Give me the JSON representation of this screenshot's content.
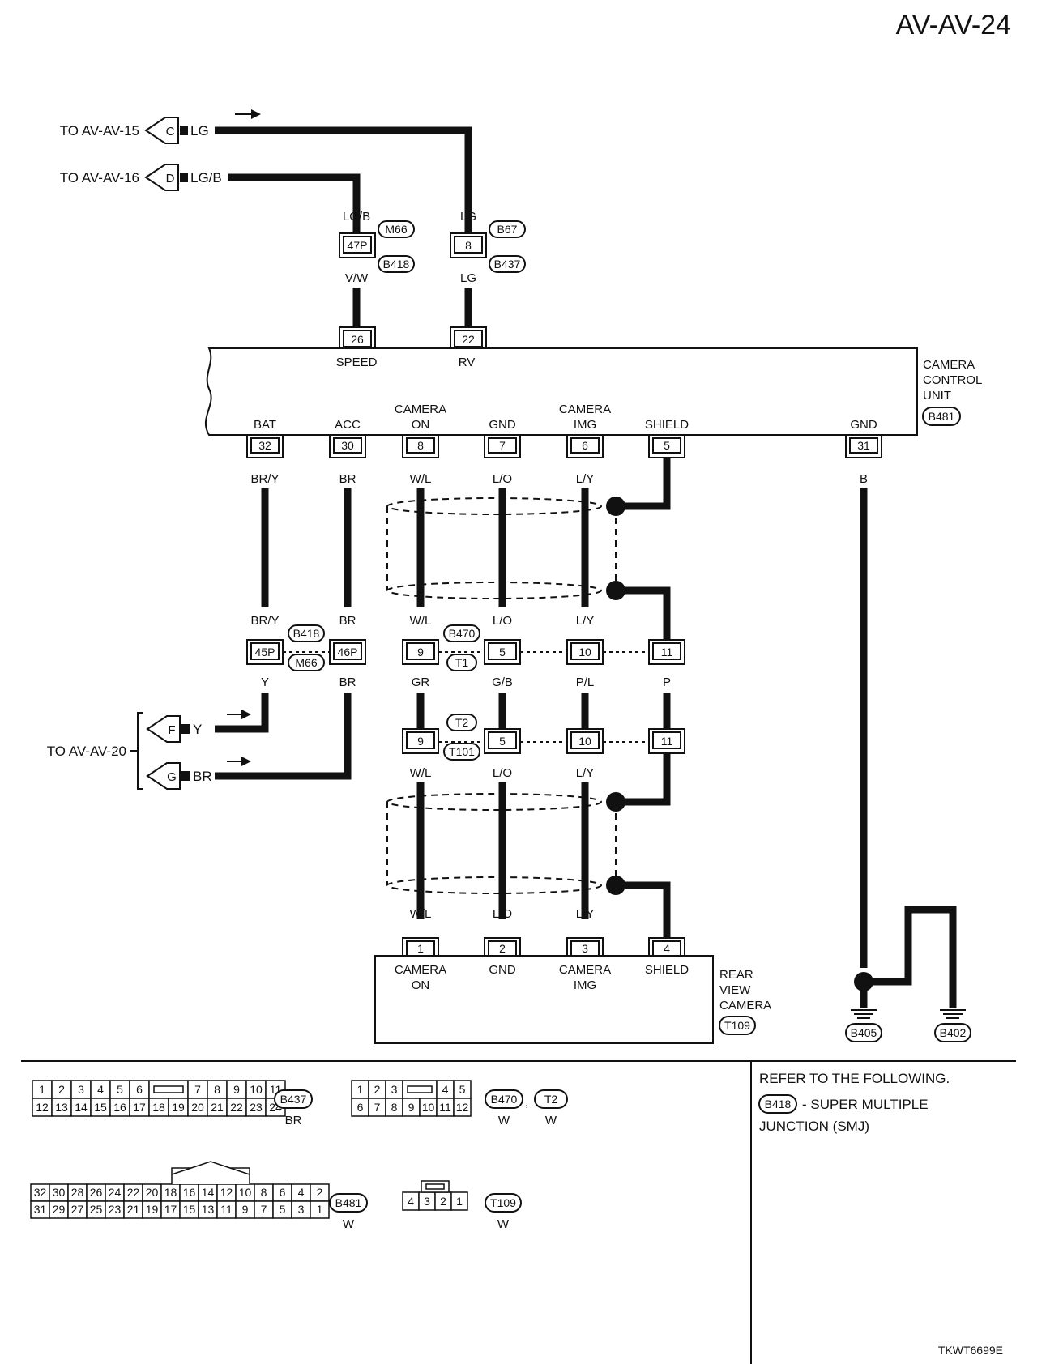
{
  "page_id": "AV-AV-24",
  "doc_code": "TKWT6699E",
  "refs": {
    "c": "TO AV-AV-15",
    "d": "TO AV-AV-16",
    "fg": "TO AV-AV-20",
    "letters": [
      "C",
      "D",
      "F",
      "G"
    ],
    "c_color": "LG",
    "d_color": "LG/B",
    "f_color": "Y",
    "g_color": "BR"
  },
  "top_joints": [
    {
      "pin": "47P",
      "conn_top": "M66",
      "conn_bottom": "B418",
      "color_top": "LG/B",
      "color_bottom": "V/W"
    },
    {
      "pin": "8",
      "conn_top": "B67",
      "conn_bottom": "B437",
      "color_top": "LG",
      "color_bottom": "LG"
    }
  ],
  "ccu": {
    "label_lines": [
      "CAMERA",
      "CONTROL",
      "UNIT"
    ],
    "connector": "B481",
    "top_pins": [
      {
        "pin": "26",
        "label": "SPEED"
      },
      {
        "pin": "22",
        "label": "RV"
      }
    ],
    "bottom_pins": [
      {
        "pin": "32",
        "label1": "",
        "label2": "BAT",
        "wire": "BR/Y"
      },
      {
        "pin": "30",
        "label1": "",
        "label2": "ACC",
        "wire": "BR"
      },
      {
        "pin": "8",
        "label1": "CAMERA",
        "label2": "ON",
        "wire": "W/L"
      },
      {
        "pin": "7",
        "label1": "",
        "label2": "GND",
        "wire": "L/O"
      },
      {
        "pin": "6",
        "label1": "CAMERA",
        "label2": "IMG",
        "wire": "L/Y"
      },
      {
        "pin": "5",
        "label1": "",
        "label2": "SHIELD",
        "wire": ""
      },
      {
        "pin": "31",
        "label1": "",
        "label2": "GND",
        "wire": "B"
      }
    ]
  },
  "row1_joints": {
    "colors_above": [
      "BR/Y",
      "BR",
      "W/L",
      "L/O",
      "L/Y"
    ],
    "pins": [
      "45P",
      "46P",
      "9",
      "5",
      "10",
      "11"
    ],
    "colors_below": [
      "Y",
      "BR",
      "GR",
      "G/B",
      "P/L",
      "P"
    ],
    "conn_a_top": "B418",
    "conn_a_bottom": "M66",
    "conn_b_top": "B470",
    "conn_b_bottom": "T1"
  },
  "row2_joints": {
    "pins": [
      "9",
      "5",
      "10",
      "11"
    ],
    "conn_top": "T2",
    "conn_bottom": "T101",
    "colors_below": [
      "W/L",
      "L/O",
      "L/Y"
    ]
  },
  "camera": {
    "label_lines": [
      "REAR",
      "VIEW",
      "CAMERA"
    ],
    "connector": "T109",
    "colors_above": [
      "W/L",
      "L/O",
      "L/Y"
    ],
    "pins": [
      {
        "pin": "1",
        "label1": "CAMERA",
        "label2": "ON"
      },
      {
        "pin": "2",
        "label1": "GND",
        "label2": ""
      },
      {
        "pin": "3",
        "label1": "CAMERA",
        "label2": "IMG"
      },
      {
        "pin": "4",
        "label1": "SHIELD",
        "label2": ""
      }
    ]
  },
  "ground": {
    "colors": [
      "B",
      "B",
      "B"
    ],
    "grounds": [
      "B405",
      "B402"
    ]
  },
  "connector_views": [
    {
      "id": "B437",
      "color": "BR",
      "rows": [
        [
          "1",
          "2",
          "3",
          "4",
          "5",
          "6",
          "",
          "7",
          "8",
          "9",
          "10",
          "11"
        ],
        [
          "12",
          "13",
          "14",
          "15",
          "16",
          "17",
          "18",
          "19",
          "20",
          "21",
          "22",
          "23",
          "24"
        ]
      ]
    },
    {
      "id": "B470",
      "id2": "T2",
      "color": "W",
      "color2": "W",
      "rows": [
        [
          "1",
          "2",
          "3",
          "",
          "4",
          "5"
        ],
        [
          "6",
          "7",
          "8",
          "9",
          "10",
          "11",
          "12"
        ]
      ]
    },
    {
      "id": "B481",
      "color": "W",
      "rows": [
        [
          "32",
          "30",
          "28",
          "26",
          "24",
          "22",
          "20",
          "18",
          "16",
          "14",
          "12",
          "10",
          "8",
          "6",
          "4",
          "2"
        ],
        [
          "31",
          "29",
          "27",
          "25",
          "23",
          "21",
          "19",
          "17",
          "15",
          "13",
          "11",
          "9",
          "7",
          "5",
          "3",
          "1"
        ]
      ]
    },
    {
      "id": "T109",
      "color": "W",
      "rows": [
        [
          "4",
          "3",
          "2",
          "1"
        ]
      ]
    }
  ],
  "note": {
    "line1": "REFER TO THE FOLLOWING.",
    "connector": "B418",
    "line2": "- SUPER MULTIPLE",
    "line3": "JUNCTION (SMJ)"
  }
}
